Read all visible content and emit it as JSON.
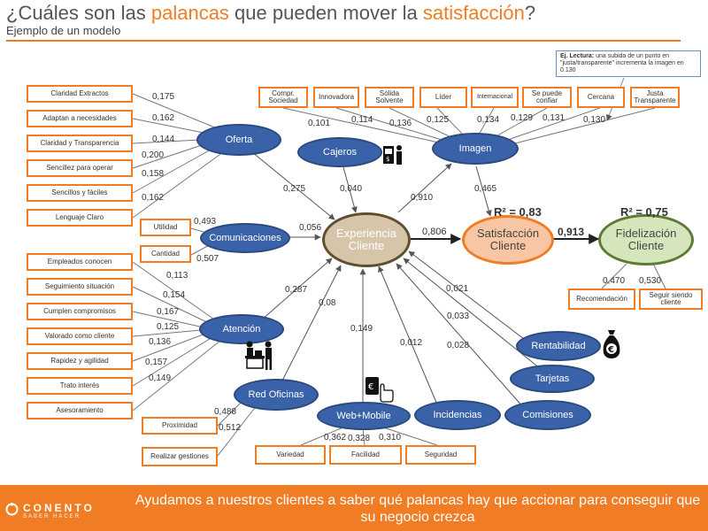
{
  "header": {
    "title_part1": "¿Cuáles son las ",
    "title_hl1": "palancas",
    "title_part2": " que pueden mover la ",
    "title_hl2": "satisfacción",
    "title_part3": "?",
    "subtitle": "Ejemplo de un modelo"
  },
  "note": {
    "bold": "Ej. Lectura:",
    "text": " una subida de un punto en \"justa/transparente\" incrementa la imagen en 0.130"
  },
  "colors": {
    "accent": "#f07c24",
    "node_blue": "#3a62a8",
    "experiencia": "#d6c5a8",
    "satisfaccion": "#f8c6a4",
    "fidelizacion": "#d5e6bd"
  },
  "nodes": {
    "oferta": "Oferta",
    "cajeros": "Cajeros",
    "imagen": "Imagen",
    "comunicaciones": "Comunicaciones",
    "experiencia": "Experiencia Cliente",
    "satisfaccion": "Satisfacción Cliente",
    "fidelizacion": "Fidelización Cliente",
    "atencion": "Atención",
    "red_oficinas": "Red Oficinas",
    "web_mobile": "Web+Mobile",
    "incidencias": "Incidencias",
    "comisiones": "Comisiones",
    "tarjetas": "Tarjetas",
    "rentabilidad": "Rentabilidad"
  },
  "r2": {
    "satisfaccion": "R² = 0,83",
    "fidelizacion": "R² = 0,75"
  },
  "oferta_items": [
    {
      "label": "Claridad Extractos",
      "coef": "0,175"
    },
    {
      "label": "Adaptan a necesidades",
      "coef": "0,162"
    },
    {
      "label": "Claridad y Transparencia",
      "coef": "0,144"
    },
    {
      "label": "Sencillez para operar",
      "coef": "0,200"
    },
    {
      "label": "Sencillos y fáciles",
      "coef": "0,158"
    },
    {
      "label": "Lenguaje Claro",
      "coef": "0,162"
    }
  ],
  "imagen_items": [
    {
      "label": "Compr. Sociedad",
      "coef": "0,101"
    },
    {
      "label": "Innovadora",
      "coef": "0,114"
    },
    {
      "label": "Sólida Solvente",
      "coef": "0,136"
    },
    {
      "label": "Líder",
      "coef": "0,125"
    },
    {
      "label": "Internacional",
      "coef": "0,134"
    },
    {
      "label": "Se puede confiar",
      "coef": "0,129"
    },
    {
      "label": "Cercana",
      "coef": "0,131"
    },
    {
      "label": "Justa Transparente",
      "coef": "0,130"
    }
  ],
  "comunicaciones_items": [
    {
      "label": "Utilidad",
      "coef": "0,493"
    },
    {
      "label": "Cantidad",
      "coef": "0,507"
    }
  ],
  "atencion_items": [
    {
      "label": "Empleados conocen",
      "coef": "0,113"
    },
    {
      "label": "Seguimiento situación",
      "coef": "0,154"
    },
    {
      "label": "Cumplen compromisos",
      "coef": "0,167"
    },
    {
      "label": "Valorado como cliente",
      "coef": "0,125"
    },
    {
      "label": "Rapidez y agilidad",
      "coef": "0,136"
    },
    {
      "label": "Trato interés",
      "coef": "0,157"
    },
    {
      "label": "Asesoramiento",
      "coef": "0,149"
    }
  ],
  "red_items": [
    {
      "label": "Proximidad",
      "coef": "0,488"
    },
    {
      "label": "Realizar gestiones",
      "coef": "0,512"
    }
  ],
  "web_items": [
    {
      "label": "Variedad",
      "coef": "0,362"
    },
    {
      "label": "Facilidad",
      "coef": "0,328"
    },
    {
      "label": "Seguridad",
      "coef": "0,310"
    }
  ],
  "fidel_items": [
    {
      "label": "Recomendación",
      "coef": "0,470"
    },
    {
      "label": "Seguir siendo cliente",
      "coef": "0,530"
    }
  ],
  "paths": {
    "oferta_exp": "0,275",
    "cajeros_exp": "0,040",
    "comunicaciones_exp": "0,056",
    "atencion_exp": "0,287",
    "red_exp": "0,08",
    "web_exp": "0,149",
    "incidencias_exp": "0,012",
    "comisiones_exp": "0,028",
    "tarjetas_exp": "0,033",
    "rentabilidad_exp": "0,021",
    "exp_imagen": "0,910",
    "imagen_sat": "0,465",
    "exp_sat": "0,806",
    "sat_fidel": "0,913"
  },
  "icons": [
    "atm-icon",
    "service-desk-icon",
    "tablet-touch-icon",
    "money-bag-icon"
  ],
  "footer": {
    "logo": "CONENTO",
    "logo_sub": "SABER HACER",
    "message": "Ayudamos a nuestros clientes a saber qué palancas hay que accionar para conseguir que su negocio crezca"
  }
}
